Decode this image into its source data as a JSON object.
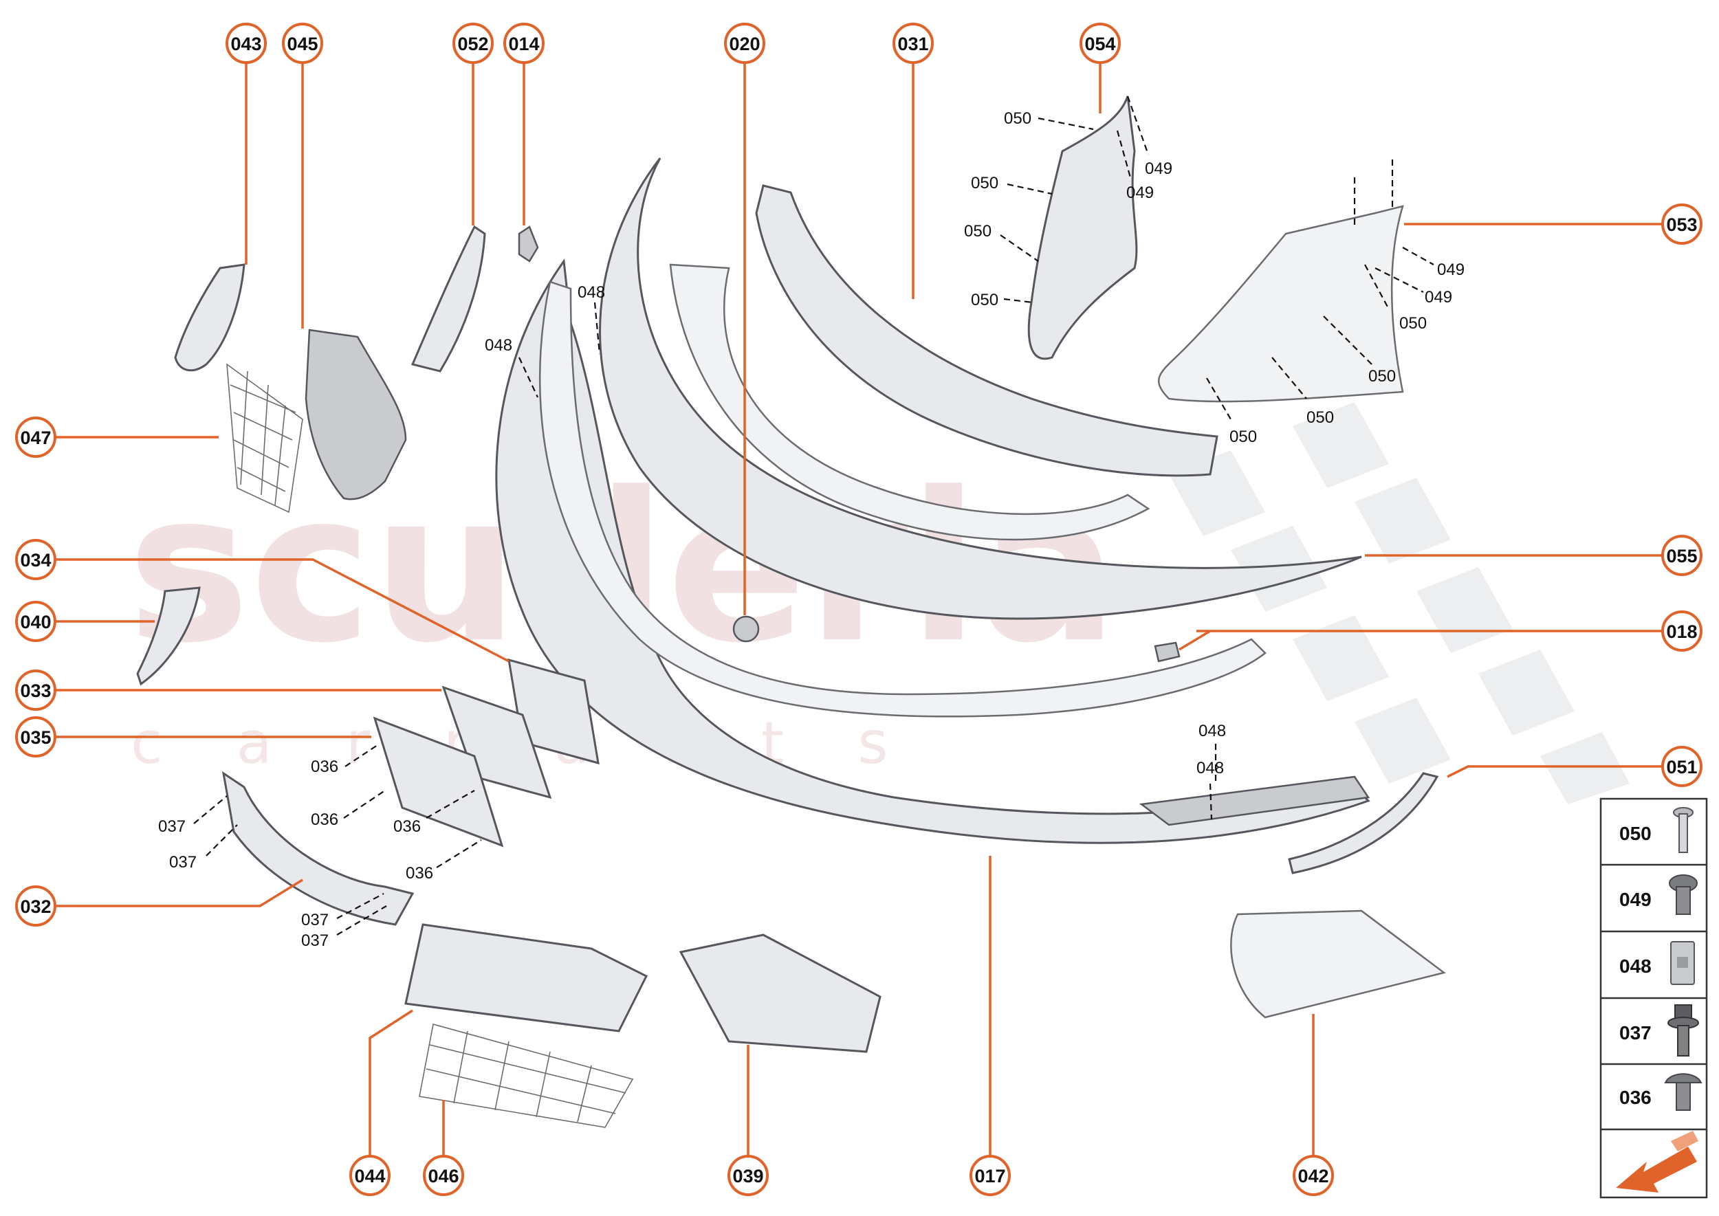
{
  "watermark": {
    "brand": "scuderia",
    "sub": "c a r p a r t s"
  },
  "callouts": [
    {
      "id": "043"
    },
    {
      "id": "045"
    },
    {
      "id": "052"
    },
    {
      "id": "014"
    },
    {
      "id": "020"
    },
    {
      "id": "031"
    },
    {
      "id": "054"
    },
    {
      "id": "053"
    },
    {
      "id": "047"
    },
    {
      "id": "055"
    },
    {
      "id": "034"
    },
    {
      "id": "040"
    },
    {
      "id": "018"
    },
    {
      "id": "033"
    },
    {
      "id": "035"
    },
    {
      "id": "051"
    },
    {
      "id": "032"
    },
    {
      "id": "044"
    },
    {
      "id": "046"
    },
    {
      "id": "039"
    },
    {
      "id": "017"
    },
    {
      "id": "042"
    }
  ],
  "fastener_labels": [
    "050",
    "050",
    "050",
    "050",
    "049",
    "049",
    "049",
    "049",
    "050",
    "050",
    "050",
    "050",
    "048",
    "048",
    "048",
    "048",
    "036",
    "036",
    "036",
    "036",
    "037",
    "037",
    "037",
    "037"
  ],
  "legend": {
    "items": [
      {
        "code": "050",
        "icon": "screw-pan-head-icon"
      },
      {
        "code": "049",
        "icon": "screw-round-head-icon"
      },
      {
        "code": "048",
        "icon": "clip-nut-icon"
      },
      {
        "code": "037",
        "icon": "bolt-flange-icon"
      },
      {
        "code": "036",
        "icon": "screw-truss-head-icon"
      }
    ],
    "direction_icon": "front-direction-arrow-icon"
  },
  "colors": {
    "accent": "#e0642a",
    "watermark": "#e9c9cc"
  }
}
